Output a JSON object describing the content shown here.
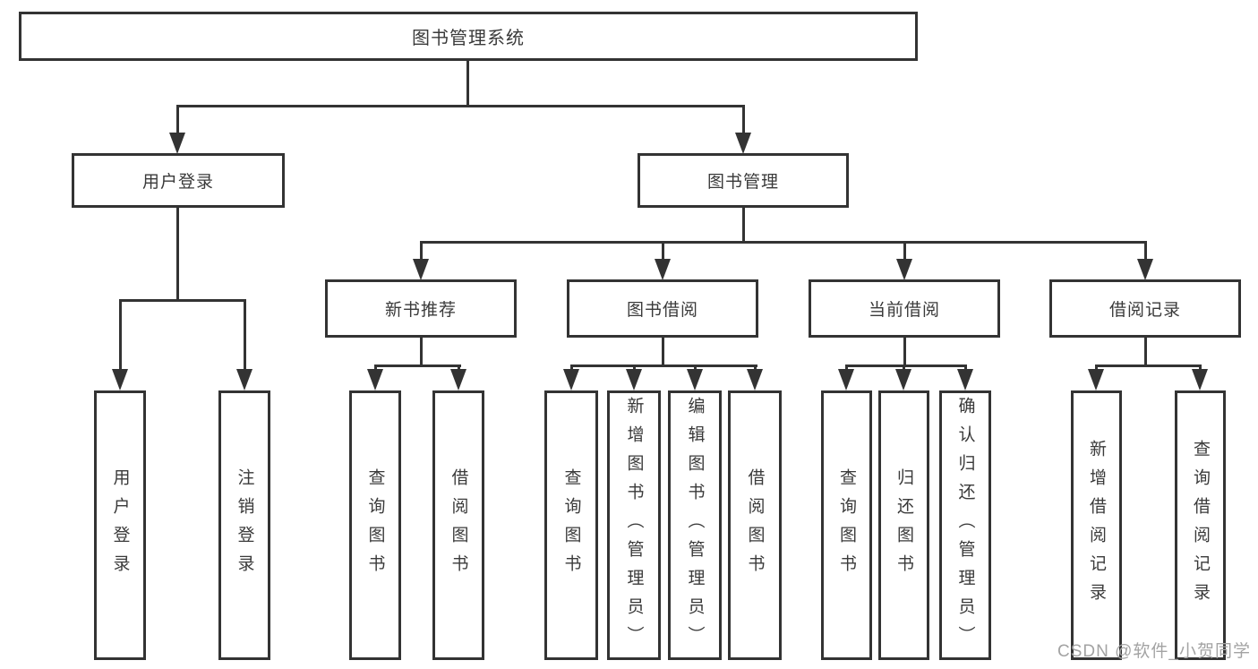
{
  "diagram": {
    "root": {
      "label": "图书管理系统"
    },
    "level2": [
      {
        "label": "用户登录"
      },
      {
        "label": "图书管理"
      }
    ],
    "level3": [
      {
        "label": "新书推荐"
      },
      {
        "label": "图书借阅"
      },
      {
        "label": "当前借阅"
      },
      {
        "label": "借阅记录"
      }
    ],
    "leaves": {
      "user_login": [
        "用户登录",
        "注销登录"
      ],
      "new_book_recommend": [
        "查询图书",
        "借阅图书"
      ],
      "book_borrow": [
        "查询图书",
        "新增图书（管理员）",
        "编辑图书（管理员）",
        "借阅图书"
      ],
      "current_borrow": [
        "查询图书",
        "归还图书",
        "确认归还（管理员）"
      ],
      "borrow_records": [
        "新增借阅记录",
        "查询借阅记录"
      ]
    }
  },
  "watermark": {
    "text": "CSDN @软件_小贺同学"
  },
  "colors": {
    "line": "#333333",
    "box_border": "#333333",
    "text": "#3a3a3a",
    "watermark": "#a3a3a3",
    "background": "#ffffff"
  }
}
